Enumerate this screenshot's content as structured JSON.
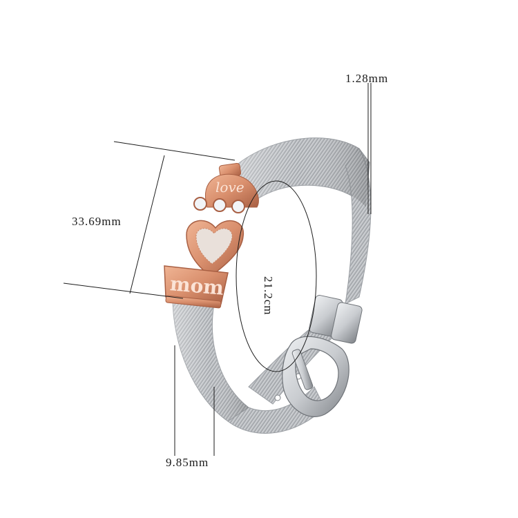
{
  "dimensions": {
    "band_thickness": "1.28mm",
    "charm_height": "33.69mm",
    "circumference": "21.2cm",
    "band_width": "9.85mm"
  },
  "charm_text": {
    "top": "love",
    "bottom": "mom"
  },
  "colors": {
    "mesh_steel": "#b9bcc0",
    "mesh_dark": "#8d9196",
    "rose_gold": "#d98f6d",
    "rose_gold_dark": "#a85f43",
    "crystal": "#f2f4f7",
    "buckle": "#c9ccd0",
    "line": "#1a1a1a"
  }
}
